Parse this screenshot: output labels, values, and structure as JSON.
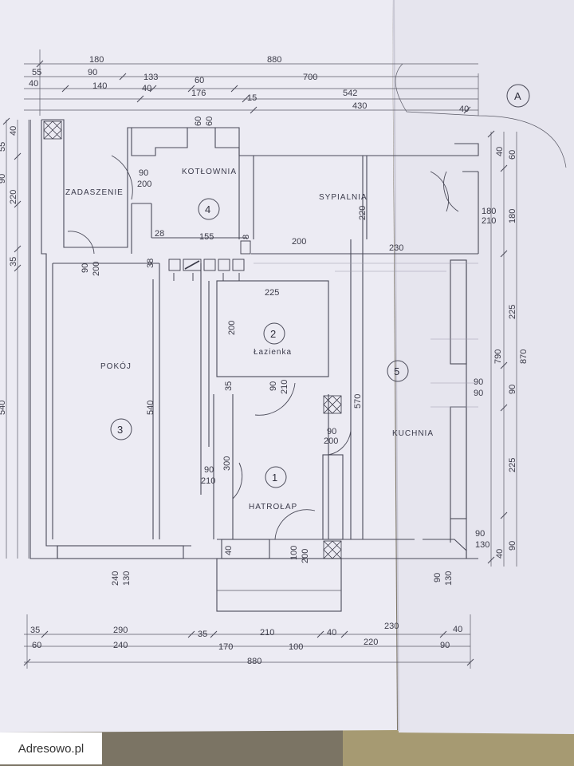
{
  "plan": {
    "grid_label": "A",
    "top_dims": {
      "r1": [
        "180",
        "880"
      ],
      "r2": [
        "55",
        "90",
        "700"
      ],
      "r3": [
        "40",
        "133",
        "60"
      ],
      "r4": [
        "140",
        "40",
        "176",
        "542"
      ],
      "r5": [
        "15",
        "430"
      ],
      "right": "40"
    },
    "left_dims": [
      "40",
      "55",
      "90",
      "220",
      "35",
      "540"
    ],
    "rooms": [
      {
        "number": "1",
        "name": "HATROŁAP"
      },
      {
        "number": "2",
        "name": "Łazienka"
      },
      {
        "number": "3",
        "name": "POKÓJ"
      },
      {
        "number": "4",
        "name": "KOTŁOWNIA"
      },
      {
        "number": "5",
        "name": "KUCHNIA"
      }
    ],
    "extra_labels": {
      "entry": "ZADASZENIE",
      "bedroom": "SYPIALNIA"
    },
    "door_dims": {
      "kot_90": "90",
      "kot_200": "200",
      "pok_90": "90",
      "pok_200": "200",
      "syp_180": "180",
      "syp_210": "210",
      "laz_90": "90",
      "laz_210": "210",
      "hall_90": "90",
      "hall_200": "200",
      "hat_90": "90",
      "hat_210": "210",
      "ent_100": "100",
      "ent_200": "200",
      "kuch_90a": "90",
      "kuch_90b": "90",
      "kuch_90c": "90",
      "kuch_130a": "130",
      "kuch_90d": "90",
      "kuch_130b": "130",
      "pok_240": "240",
      "pok_130": "130"
    },
    "inner_dims": {
      "d28": "28",
      "d155": "155",
      "d8": "8",
      "d200": "200",
      "d230": "230",
      "d38": "38",
      "d225": "225",
      "d200v": "200",
      "d35": "35",
      "d540": "540",
      "d570": "570",
      "d300": "300",
      "d40": "40",
      "d220": "220",
      "kot60a": "60",
      "kot60b": "60"
    },
    "right_dims": [
      "40",
      "60",
      "180",
      "225",
      "790",
      "870",
      "90",
      "225",
      "40",
      "90"
    ],
    "bottom_dims": {
      "r1": [
        "35",
        "290",
        "35",
        "210",
        "40",
        "230",
        "40"
      ],
      "r2": [
        "60",
        "240",
        "170",
        "100",
        "220",
        "90"
      ],
      "r3": [
        "880"
      ]
    }
  },
  "watermark": "Adresowo.pl"
}
